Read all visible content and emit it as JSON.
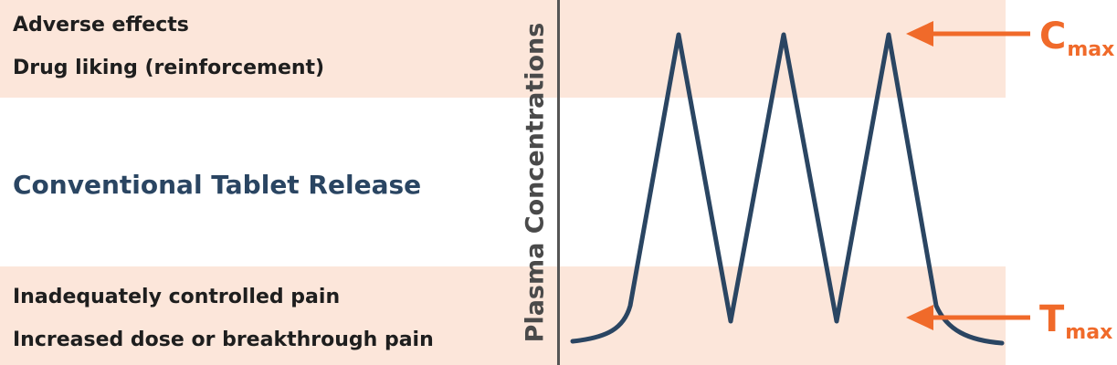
{
  "upper_band": {
    "line1": "Adverse effects",
    "line2": "Drug liking (reinforcement)"
  },
  "title": "Conventional Tablet Release",
  "lower_band": {
    "line1": "Inadequately controlled pain",
    "line2": "Increased dose or breakthrough pain"
  },
  "axis_label": "Plasma Concentrations",
  "markers": {
    "cmax_main": "C",
    "cmax_sub": "max",
    "tmax_main": "T",
    "tmax_sub": "max"
  },
  "colors": {
    "band": "#fce6da",
    "curve": "#2a4562",
    "accent": "#f06a2a",
    "axis": "#555555"
  }
}
